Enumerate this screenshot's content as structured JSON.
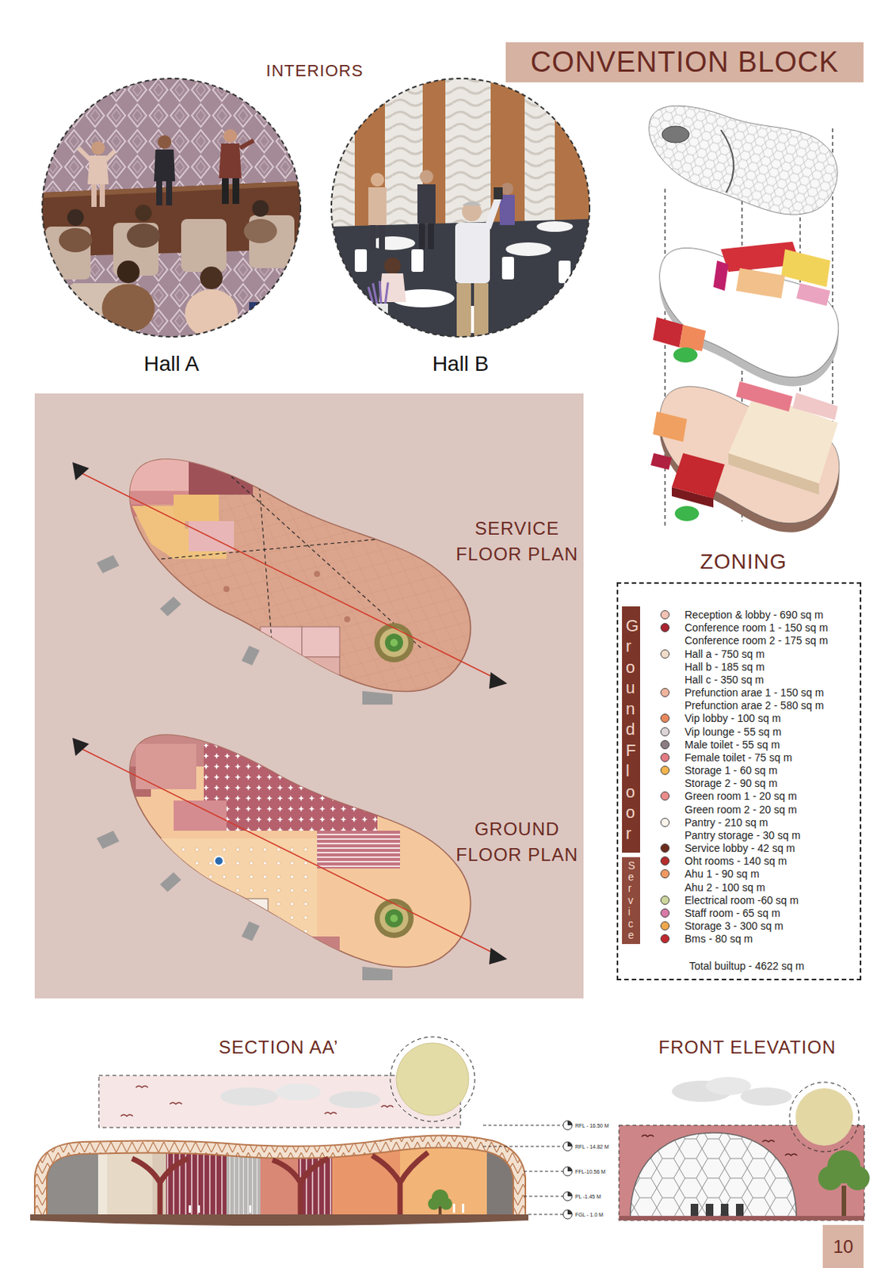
{
  "diagram": {
    "title": "CONVENTION BLOCK",
    "nodes": [
      {
        "text": [
          "Hall A"
        ]
      },
      {
        "text": [
          "Hall B"
        ]
      },
      {
        "text": [
          "SERVICE FLOOR PLAN",
          "GROUND FLOOR PLAN"
        ]
      },
      {
        "text": [
          "Total builtup - 4622 sq m"
        ]
      },
      {
        "text": [
          "Ground Floor"
        ],
        "in": 3
      },
      {
        "text": [
          "Service"
        ],
        "in": 3
      }
    ],
    "labels": [
      "INTERIORS",
      "ZONING",
      "SECTION AA’",
      "FRONT ELEVATION",
      "RFL - 16.50 M",
      "RFL - 14.82 M",
      "FFL-10.56 M",
      "PL -1.45 M",
      "FGL - 1.0 M",
      "10"
    ],
    "legend": [
      {
        "text": "Reception & lobby - 690 sq m",
        "color": "#f2c3b3"
      },
      {
        "text": "Conference room 1 - 150 sq m",
        "color": "#a82430"
      },
      {
        "text": "Conference room 2 - 175 sq m"
      },
      {
        "text": "Hall a - 750 sq m",
        "color": "#f1dcc8"
      },
      {
        "text": "Hall b - 185 sq m"
      },
      {
        "text": "Hall c - 350 sq m"
      },
      {
        "text": "Prefunction arae 1 - 150 sq m",
        "color": "#f0b49c"
      },
      {
        "text": "Prefunction arae 2 - 580 sq m"
      },
      {
        "text": "Vip lobby - 100 sq m",
        "color": "#e8885c"
      },
      {
        "text": "Vip lounge - 55 sq m",
        "color": "#dcd4d6"
      },
      {
        "text": "Male toilet - 55 sq m",
        "color": "#8c7c84"
      },
      {
        "text": "Female toilet - 75 sq m",
        "color": "#e47a84"
      },
      {
        "text": "Storage 1 - 60 sq m",
        "color": "#f2b44c"
      },
      {
        "text": "Storage 2 - 90 sq m"
      },
      {
        "text": "Green room 1 - 20 sq m",
        "color": "#ec8c8c"
      },
      {
        "text": "Green room 2 - 20 sq m"
      },
      {
        "text": "Pantry - 210 sq m",
        "color": "#faf4ec"
      },
      {
        "text": "Pantry storage - 30 sq m"
      },
      {
        "text": "Service lobby - 42 sq m",
        "color": "#6c2c1c"
      },
      {
        "text": "Oht rooms - 140 sq m",
        "color": "#b42c2c"
      },
      {
        "text": "Ahu 1 - 90 sq m",
        "color": "#f09a62"
      },
      {
        "text": "Ahu 2 - 100 sq m"
      },
      {
        "text": "Electrical room -60 sq m",
        "color": "#ccd69c"
      },
      {
        "text": "Staff room - 65 sq m",
        "color": "#d87aa8"
      },
      {
        "text": "Storage 3 - 300 sq m",
        "color": "#f0a84c"
      },
      {
        "text": "Bms - 80 sq m",
        "color": "#c0282e"
      }
    ]
  }
}
